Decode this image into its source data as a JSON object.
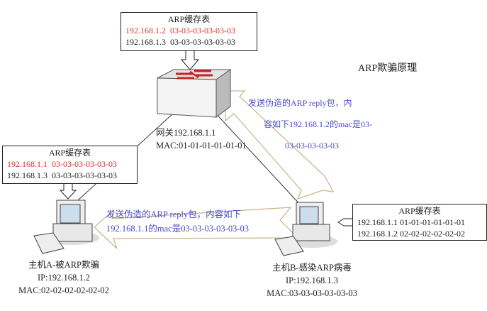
{
  "title": "ARP欺骗原理",
  "gateway": {
    "name": "网关192.168.1.1",
    "mac": "MAC:01-01-01-01-01-01",
    "cache": {
      "title": "ARP缓存表",
      "rows": [
        {
          "ip": "192.168.1.2",
          "mac": "03-03-03-03-03-03",
          "spoofed": true
        },
        {
          "ip": "192.168.1.3",
          "mac": "03-03-03-03-03-03",
          "spoofed": false
        }
      ]
    }
  },
  "host_a": {
    "name": "主机A-被ARP欺骗",
    "ip": "IP:192.168.1.2",
    "mac": "MAC:02-02-02-02-02-02",
    "cache": {
      "title": "ARP缓存表",
      "rows": [
        {
          "ip": "192.168.1.1",
          "mac": "03-03-03-03-03-03",
          "spoofed": true
        },
        {
          "ip": "192.168.1.3",
          "mac": "03-03-03-03-03-03",
          "spoofed": false
        }
      ]
    }
  },
  "host_b": {
    "name": "主机B-感染ARP病毒",
    "ip": "IP:192.168.1.3",
    "mac": "MAC:03-03-03-03-03-03",
    "cache": {
      "title": "ARP缓存表",
      "rows": [
        {
          "ip": "192.168.1.1",
          "mac": "01-01-01-01-01-01",
          "spoofed": false
        },
        {
          "ip": "192.168.1.2",
          "mac": "02-02-02-02-02-02",
          "spoofed": false
        }
      ]
    }
  },
  "to_host_a": {
    "line1": "发送伪造的ARP reply包，内容如下",
    "line2": "192.168.1.1的mac是03-03-03-03-03-03"
  },
  "to_gateway": {
    "line1": "发送伪造的ARP reply包，内",
    "line2": "容如下192.168.1.2的mac是03-",
    "line3": "03-03-03-03-03"
  },
  "colors": {
    "spoofed": "#e03030",
    "message": "#4a4acc",
    "arrow_outline": "#c8b48a"
  }
}
